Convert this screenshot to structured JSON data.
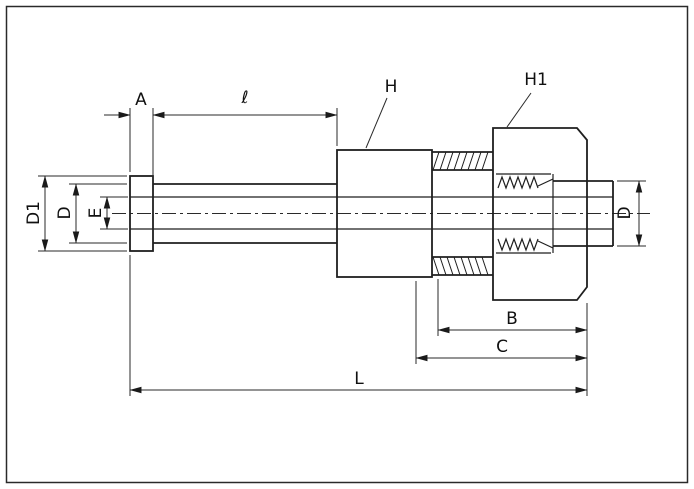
{
  "labels": {
    "A": "A",
    "ell": "ℓ",
    "H": "H",
    "H1": "H1",
    "D1": "D1",
    "D_left": "D",
    "E": "E",
    "D_right": "D",
    "B": "B",
    "C": "C",
    "L": "L"
  }
}
